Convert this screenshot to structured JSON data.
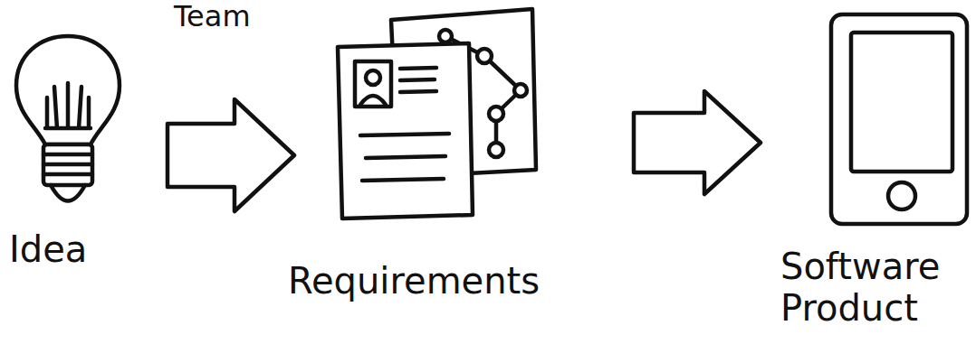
{
  "diagram": {
    "nodes": [
      {
        "text": [
          "Idea"
        ]
      },
      {
        "text": [
          "Requirements"
        ]
      },
      {
        "text": [
          "Software Product"
        ]
      }
    ],
    "edges": [
      {
        "from": 0,
        "to": 1,
        "arrow": "to"
      },
      {
        "from": 1,
        "to": 2,
        "arrow": "to"
      }
    ],
    "labels": [
      "Team"
    ]
  }
}
